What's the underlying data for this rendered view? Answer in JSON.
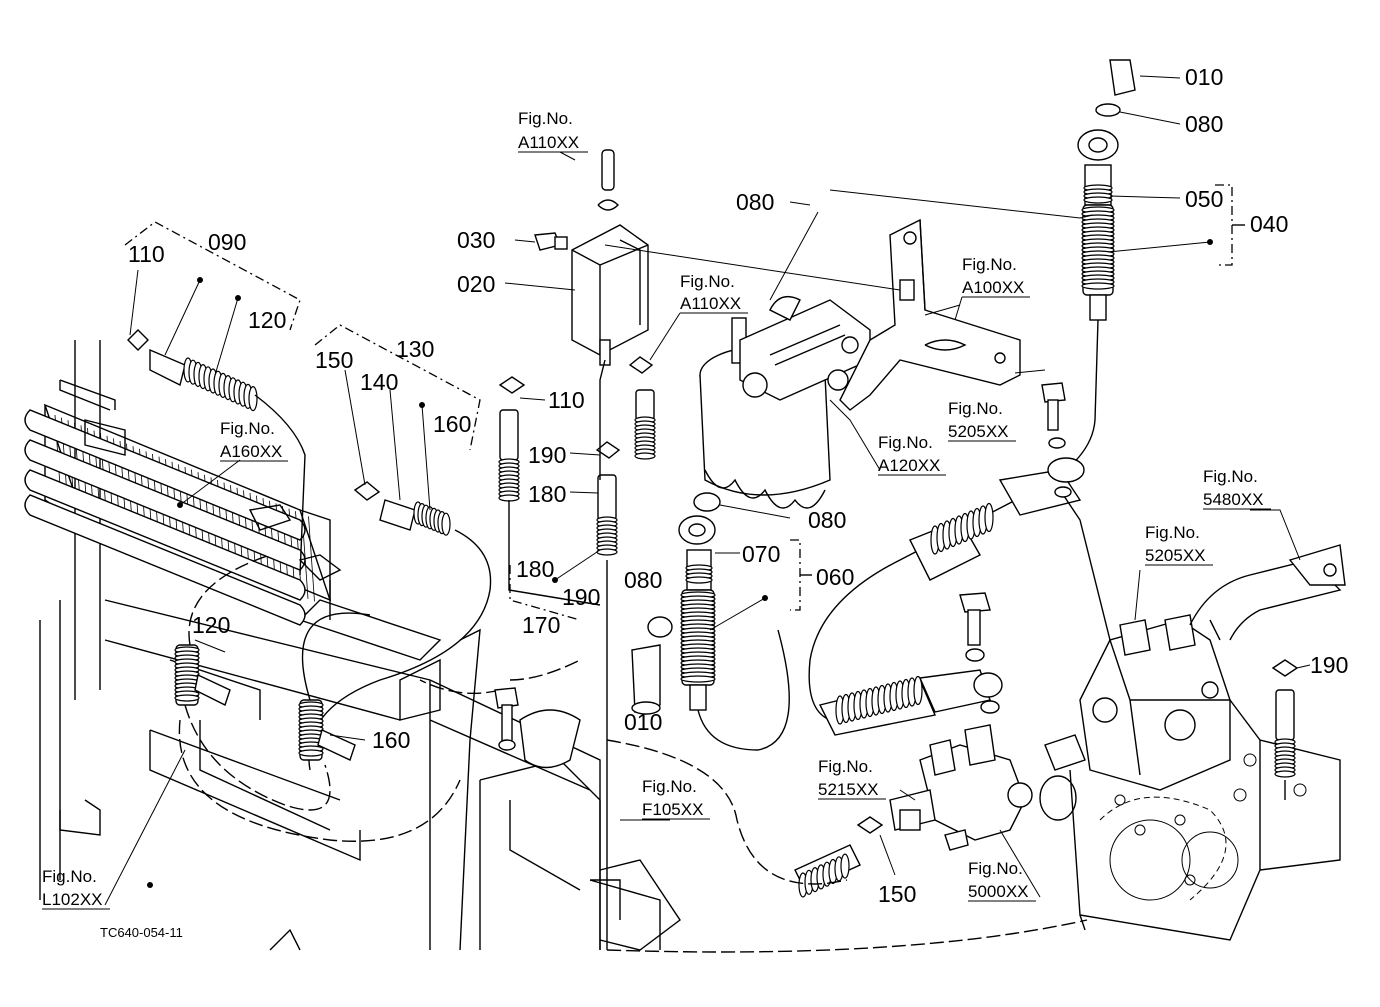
{
  "drawing_code": "TC640-054-11",
  "callouts": [
    {
      "id": "c010a",
      "text": "010"
    },
    {
      "id": "c080a",
      "text": "080"
    },
    {
      "id": "c050",
      "text": "050"
    },
    {
      "id": "c040",
      "text": "040"
    },
    {
      "id": "c080b",
      "text": "080"
    },
    {
      "id": "c030",
      "text": "030"
    },
    {
      "id": "c020",
      "text": "020"
    },
    {
      "id": "c110a",
      "text": "110"
    },
    {
      "id": "c090",
      "text": "090"
    },
    {
      "id": "c120a",
      "text": "120"
    },
    {
      "id": "c150a",
      "text": "150"
    },
    {
      "id": "c130",
      "text": "130"
    },
    {
      "id": "c140",
      "text": "140"
    },
    {
      "id": "c160a",
      "text": "160"
    },
    {
      "id": "c110b",
      "text": "110"
    },
    {
      "id": "c190a",
      "text": "190"
    },
    {
      "id": "c180a",
      "text": "180"
    },
    {
      "id": "c180b",
      "text": "180"
    },
    {
      "id": "c190b",
      "text": "190"
    },
    {
      "id": "c170",
      "text": "170"
    },
    {
      "id": "c080c",
      "text": "080"
    },
    {
      "id": "c070",
      "text": "070"
    },
    {
      "id": "c060",
      "text": "060"
    },
    {
      "id": "c080d",
      "text": "080"
    },
    {
      "id": "c010b",
      "text": "010"
    },
    {
      "id": "c120b",
      "text": "120"
    },
    {
      "id": "c160b",
      "text": "160"
    },
    {
      "id": "c150b",
      "text": "150"
    },
    {
      "id": "c190c",
      "text": "190"
    }
  ],
  "figure_refs": [
    {
      "id": "fA110a",
      "label": "Fig.No.",
      "code": "A110XX"
    },
    {
      "id": "fA110b",
      "label": "Fig.No.",
      "code": "A110XX"
    },
    {
      "id": "fA100",
      "label": "Fig.No.",
      "code": "A100XX"
    },
    {
      "id": "f5205a",
      "label": "Fig.No.",
      "code": "5205XX"
    },
    {
      "id": "fA120",
      "label": "Fig.No.",
      "code": "A120XX"
    },
    {
      "id": "f5480",
      "label": "Fig.No.",
      "code": "5480XX"
    },
    {
      "id": "f5205b",
      "label": "Fig.No.",
      "code": "5205XX"
    },
    {
      "id": "fA160",
      "label": "Fig.No.",
      "code": "A160XX"
    },
    {
      "id": "fF105",
      "label": "Fig.No.",
      "code": "F105XX"
    },
    {
      "id": "f5215",
      "label": "Fig.No.",
      "code": "5215XX"
    },
    {
      "id": "f5000",
      "label": "Fig.No.",
      "code": "5000XX"
    },
    {
      "id": "fL102",
      "label": "Fig.No.",
      "code": "L102XX"
    }
  ]
}
